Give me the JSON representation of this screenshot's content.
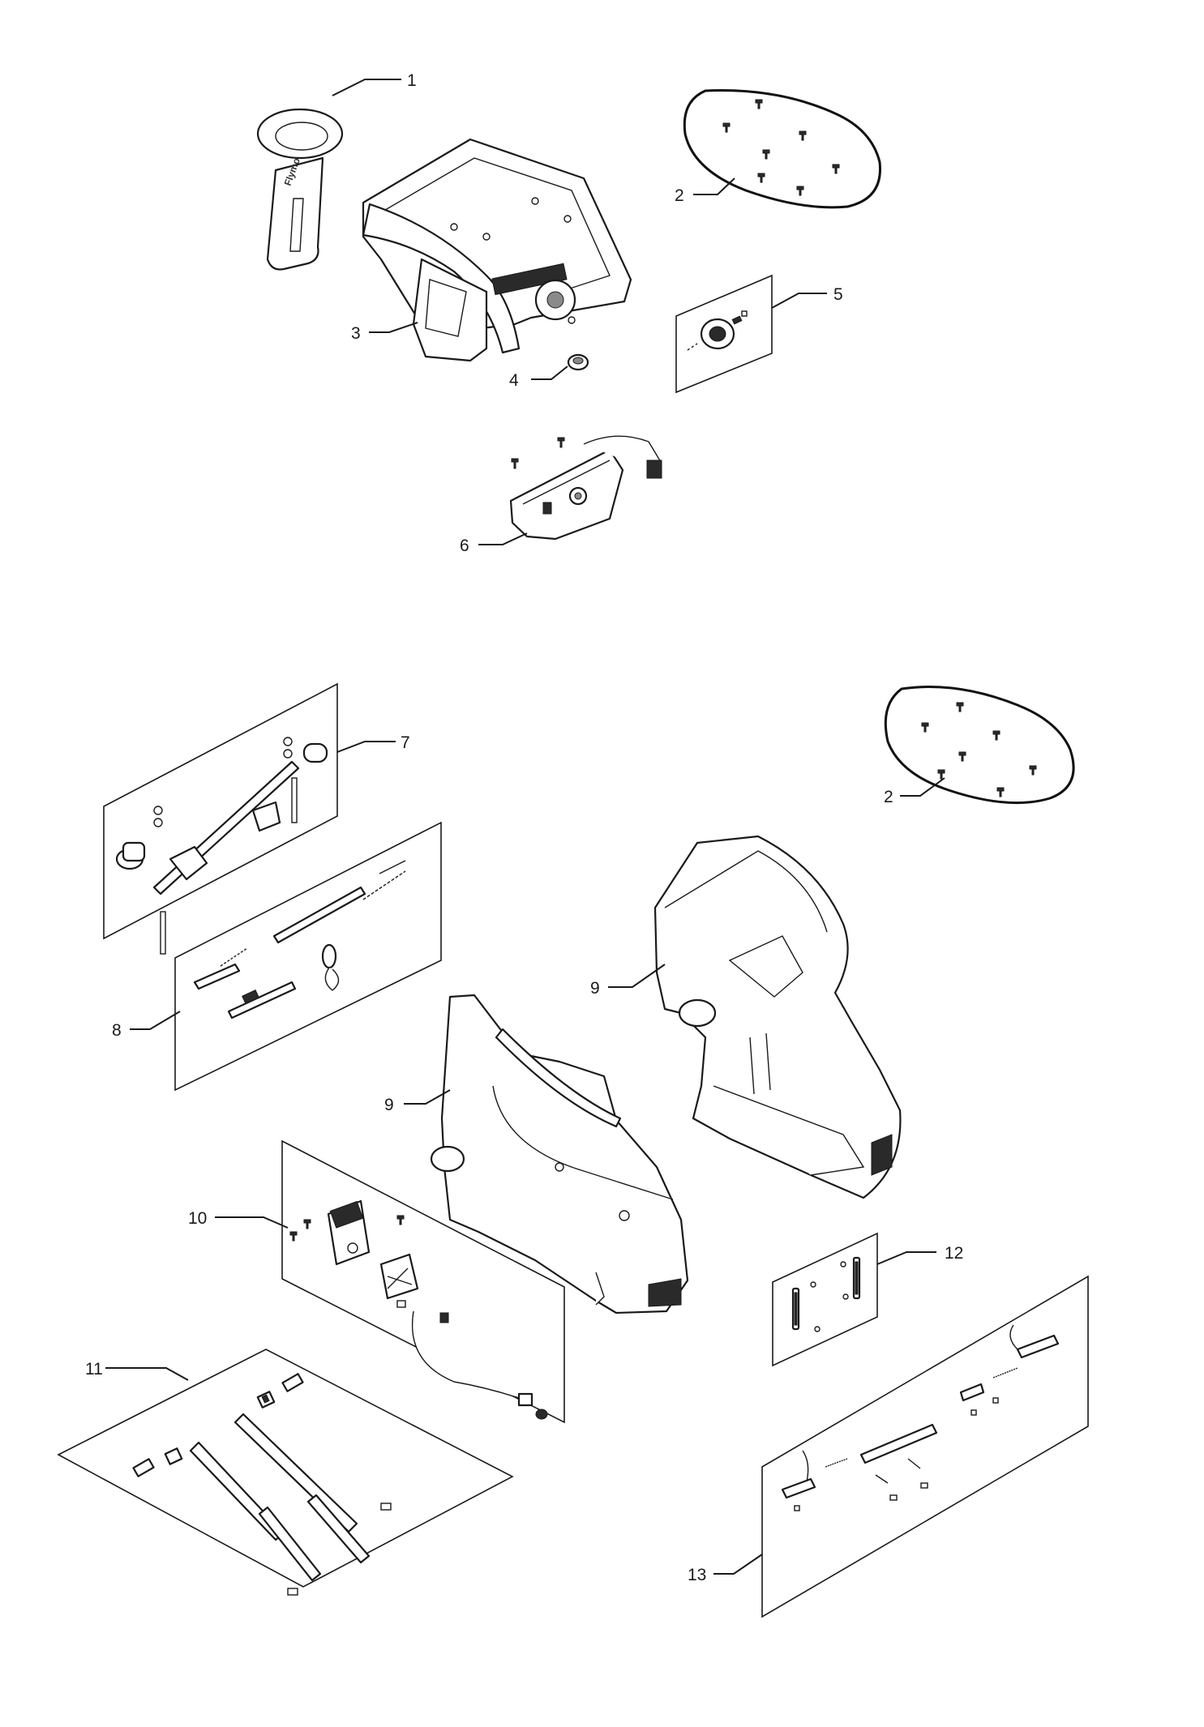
{
  "diagram": {
    "callouts": [
      {
        "id": "c1",
        "label": "1"
      },
      {
        "id": "c2a",
        "label": "2"
      },
      {
        "id": "c3",
        "label": "3"
      },
      {
        "id": "c4",
        "label": "4"
      },
      {
        "id": "c5",
        "label": "5"
      },
      {
        "id": "c6",
        "label": "6"
      },
      {
        "id": "c7",
        "label": "7"
      },
      {
        "id": "c2b",
        "label": "2"
      },
      {
        "id": "c8",
        "label": "8"
      },
      {
        "id": "c9a",
        "label": "9"
      },
      {
        "id": "c9b",
        "label": "9"
      },
      {
        "id": "c10",
        "label": "10"
      },
      {
        "id": "c11",
        "label": "11"
      },
      {
        "id": "c12",
        "label": "12"
      },
      {
        "id": "c13",
        "label": "13"
      }
    ],
    "brand_mark": "Flymo"
  }
}
